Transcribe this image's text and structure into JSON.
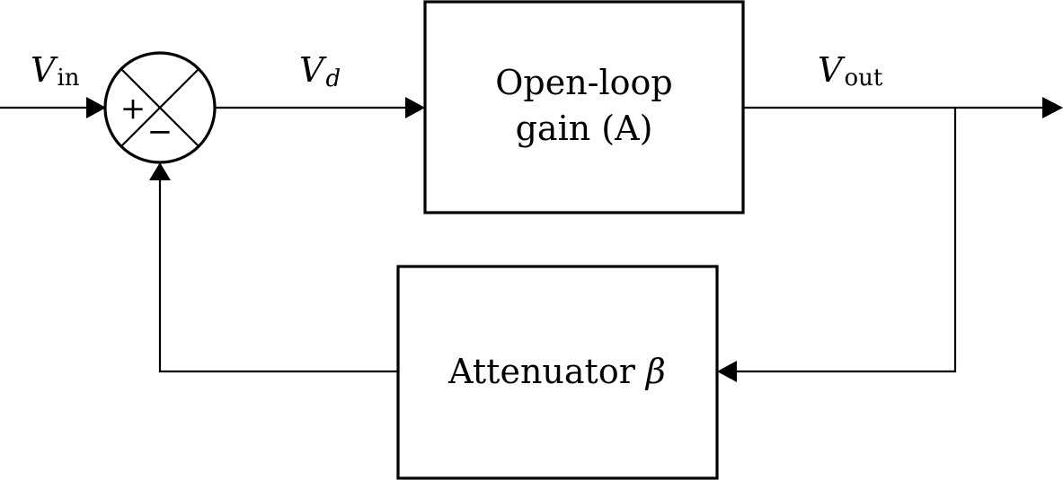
{
  "signals": {
    "input": {
      "symbol": "V",
      "subscript": "in"
    },
    "difference": {
      "symbol": "V",
      "subscript": "d"
    },
    "output": {
      "symbol": "V",
      "subscript": "out"
    }
  },
  "summing_junction": {
    "plus_sign": "+",
    "minus_sign": "−"
  },
  "blocks": {
    "open_loop": {
      "line1": "Open-loop",
      "line2": "gain (A)"
    },
    "attenuator": {
      "text": "Attenuator",
      "symbol": "β"
    }
  }
}
